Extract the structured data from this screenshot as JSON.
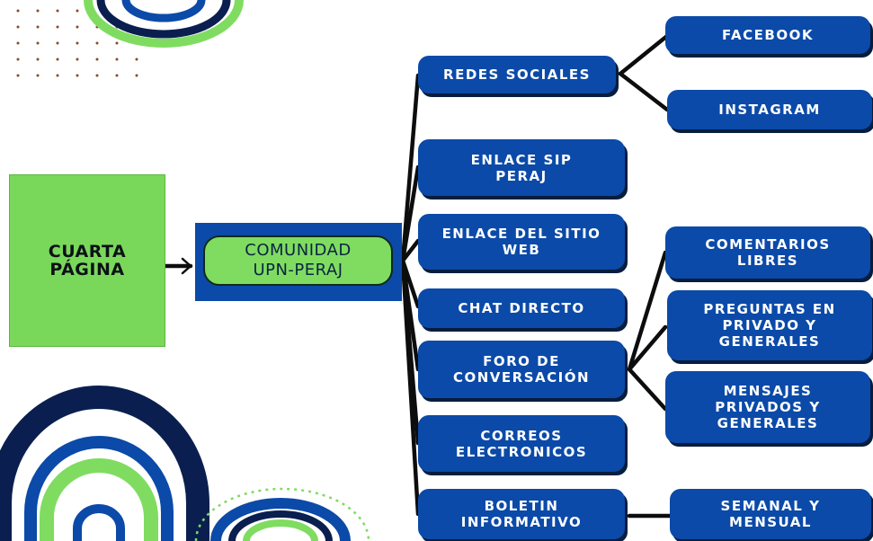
{
  "page_label": "CUARTA\nPÁGINA",
  "center": "COMUNIDAD\nUPN-PERAJ",
  "colors": {
    "node_blue": "#0b4aa8",
    "node_shadow": "#061d3e",
    "green": "#79d85a",
    "navy": "#0a1f4f",
    "line": "#0d0d0d"
  },
  "categories": [
    {
      "label": "REDES SOCIALES",
      "children": [
        "FACEBOOK",
        "INSTAGRAM"
      ]
    },
    {
      "label": "ENLACE SIP\nPERAJ",
      "children": []
    },
    {
      "label": "ENLACE DEL SITIO\nWEB",
      "children": []
    },
    {
      "label": "CHAT DIRECTO",
      "children": []
    },
    {
      "label": "FORO DE\nCONVERSACIÓN",
      "children": [
        "COMENTARIOS\nLIBRES",
        "PREGUNTAS EN\nPRIVADO Y\nGENERALES",
        "MENSAJES\nPRIVADOS Y\nGENERALES"
      ]
    },
    {
      "label": "CORREOS\nELECTRONICOS",
      "children": []
    },
    {
      "label": "BOLETIN\nINFORMATIVO",
      "children": [
        "SEMANAL Y\nMENSUAL"
      ]
    }
  ]
}
